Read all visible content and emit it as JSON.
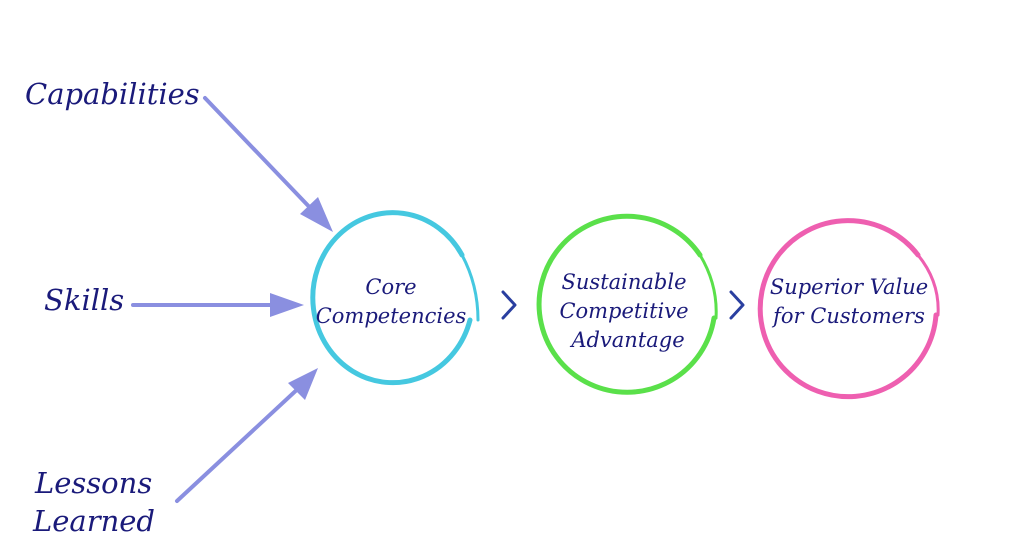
{
  "inputs": {
    "capabilities": "Capabilities",
    "skills": "Skills",
    "lessons_line1": "Lessons",
    "lessons_line2": "Learned"
  },
  "stages": [
    {
      "line1": "Core",
      "line2": "Competencies",
      "color": "#45c8e0"
    },
    {
      "line1": "Sustainable",
      "line2": "Competitive",
      "line3": "Advantage",
      "color": "#5ae04a"
    },
    {
      "line1": "Superior Value",
      "line2": "for Customers",
      "color": "#ee5fb0"
    }
  ],
  "colors": {
    "text": "#1a1a7a",
    "arrows": "#8a8fe0",
    "chevrons": "#2a3fa0"
  }
}
